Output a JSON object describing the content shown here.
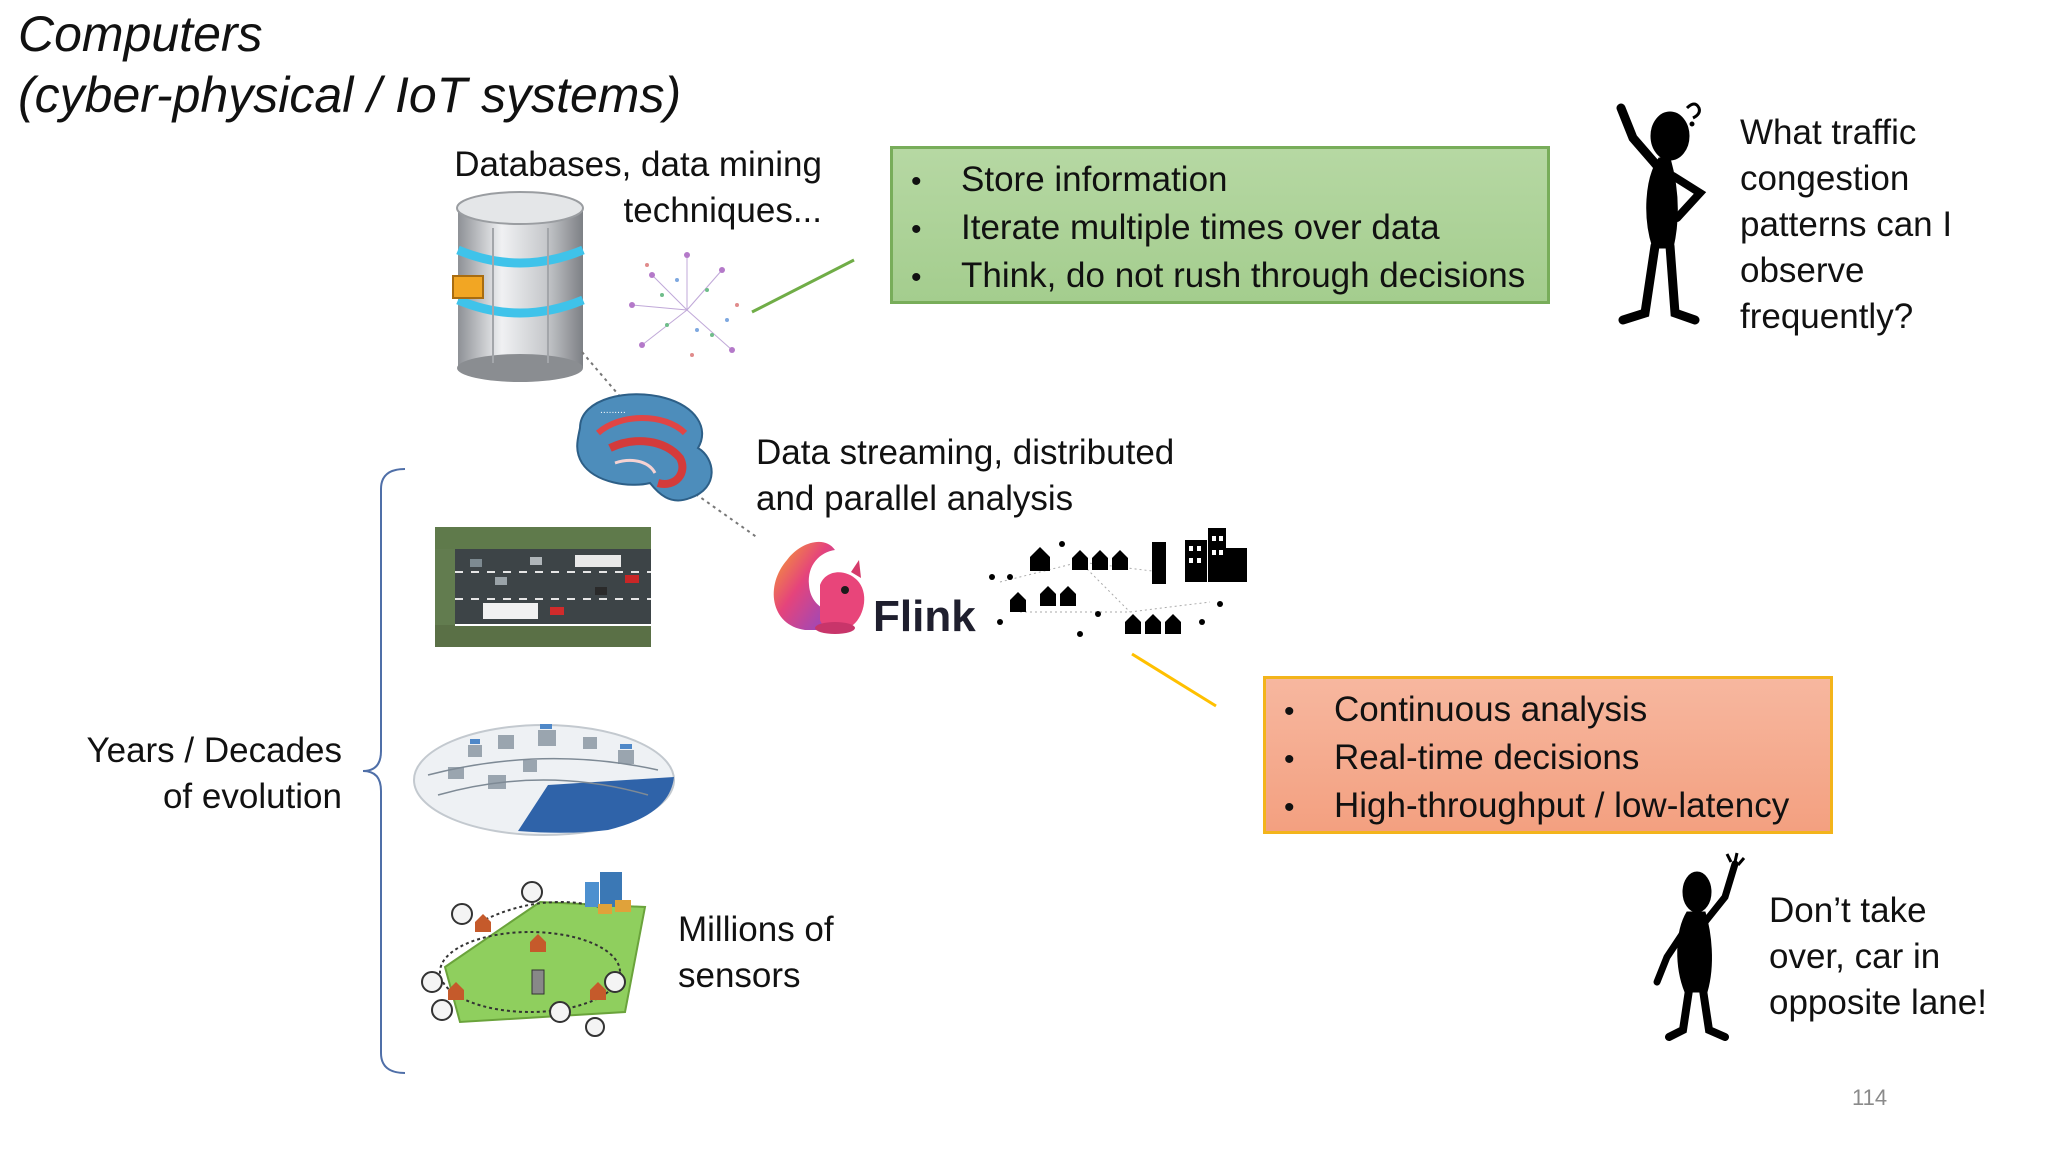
{
  "title": {
    "line1": "Computers",
    "line2": "(cyber-physical / IoT systems)"
  },
  "databases": {
    "line1": "Databases, data mining",
    "line2": "techniques..."
  },
  "green_box": {
    "bullets": [
      "Store information",
      "Iterate multiple times over data",
      "Think, do not rush through decisions"
    ]
  },
  "thinker_question": {
    "lines": [
      "What traffic",
      "congestion",
      "patterns can I",
      "observe",
      "frequently?"
    ]
  },
  "streaming": {
    "line1": "Data streaming, distributed",
    "line2": "and parallel analysis"
  },
  "flink": {
    "word": "Flink"
  },
  "orange_box": {
    "bullets": [
      "Continuous analysis",
      "Real-time decisions",
      "High-throughput / low-latency"
    ]
  },
  "evolution": {
    "line1": "Years / Decades",
    "line2": "of evolution"
  },
  "sensors": {
    "line1": "Millions of",
    "line2": "sensors"
  },
  "driver_warning": {
    "lines": [
      "Don’t take",
      "over, car in",
      "opposite lane!"
    ]
  },
  "page_number": "114",
  "bullet_char": "•",
  "colors": {
    "green_fill": "#a9d18e",
    "green_border": "#70ad47",
    "orange_fill": "#f4b183",
    "orange_border": "#ffc000",
    "bracket": "#4f6fa8"
  }
}
